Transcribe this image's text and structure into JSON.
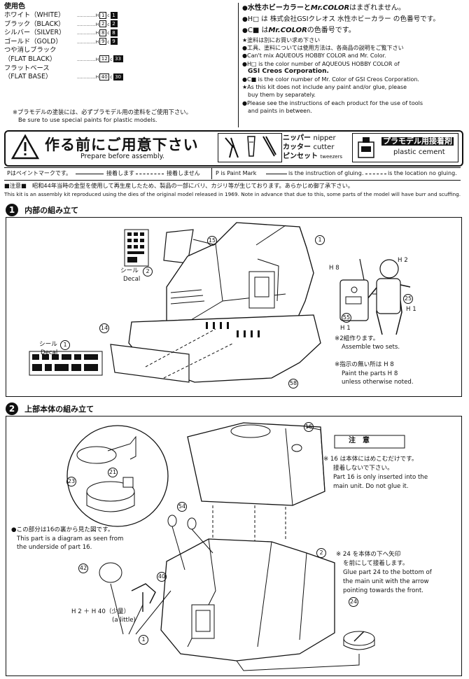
{
  "paint_table": {
    "title": "使用色",
    "rows": [
      {
        "name": "ホワイト（WHITE）",
        "h": "1",
        "c": "1"
      },
      {
        "name": "ブラック（BLACK）",
        "h": "2",
        "c": "2"
      },
      {
        "name": "シルバー（SILVER）",
        "h": "8",
        "c": "8"
      },
      {
        "name": "ゴールド（GOLD）",
        "h": "9",
        "c": "9"
      },
      {
        "name": "つや消しブラック",
        "h": "",
        "c": ""
      },
      {
        "name": "（FLAT BLACK）",
        "h": "12",
        "c": "33"
      },
      {
        "name": "フラットベース",
        "h": "",
        "c": ""
      },
      {
        "name": "（FLAT BASE）",
        "h": "40",
        "c": "30"
      }
    ],
    "note_jp": "※プラモデルの塗装には、必ずプラモデル用の塗料をご使用下さい。",
    "note_en": "Be sure to use special paints for plastic models."
  },
  "paint_notes": {
    "line1_jp": "水性ホビーカラーと",
    "line1_brand": "Mr.COLOR",
    "line1_tail": "はまぎれません。",
    "line2": "H□ は 株式会社GSIクレオス 水性ホビーカラー の色番号です。",
    "line3_pre": "C■ は",
    "line3_brand": "Mr.COLOR",
    "line3_tail": "の色番号です。",
    "bullets": [
      "★塗料は別にお買い求め下さい",
      "●工具、塗料については使用方法は、各商品の説明をご覧下さい",
      "●Can't mix AQUEOUS HOBBY COLOR and Mr. Color.",
      "●H□ is the color number of AQUEOUS HOBBY COLOR of",
      "GSI Creos Corporation.",
      "●C■ is the color number of Mr. Color of GSI Creos Corporation.",
      "★As this kit does not include any paint and/or glue, please",
      "buy them by separately.",
      "●Please see the instructions of each product for the use of tools",
      "and paints in between."
    ]
  },
  "warning_bar": {
    "title_jp": "作る前にご用意下さい",
    "title_en": "Prepare before assembly.",
    "tools_jp": [
      "ニッパー",
      "カッター",
      "ピンセット"
    ],
    "tools_en": [
      "nipper",
      "cutter",
      "tweezers"
    ],
    "cement_jp": "プラモデル用接着剤",
    "cement_en": "plastic cement"
  },
  "legend": {
    "jp_paint": "Pはペイントマークです。",
    "jp_glue": "接着します",
    "jp_noglue": "接着しません",
    "en_paint": "P is Paint Mark",
    "en_glue": "is the instruction of gluing.",
    "en_noglue": "is the location no gluing."
  },
  "caution": {
    "jp": "■注意■　昭和44年当時の金型を使用して再生産したため、製品の一部にバリ、カジリ等が生じております。あらかじめ御了承下さい。",
    "en": "This kit is an assembly kit reproduced using the dies of the original model released in 1969. Note in advance that due to this, some parts of the model will have burr and scuffing."
  },
  "step1": {
    "num": "1",
    "title": "内部の組み立て",
    "decal_label_jp": "シール",
    "decal_label_en": "Decal",
    "decal2": "2",
    "decal1": "1",
    "parts": [
      "15",
      "1",
      "14",
      "58",
      "55",
      "25"
    ],
    "paint_marks": [
      "H 8",
      "H 2",
      "H 1",
      "H 1"
    ],
    "note1_jp": "※2組作ります。",
    "note1_en": "Assemble two sets.",
    "note2_jp": "※指示の無い所は H 8",
    "note2_en1": "Paint the parts H 8",
    "note2_en2": "unless otherwise noted."
  },
  "step2": {
    "num": "2",
    "title": "上部本体の組み立て",
    "parts": [
      "16",
      "23",
      "21",
      "54",
      "42",
      "40",
      "2",
      "1",
      "24"
    ],
    "inset_jp": "●この部分は16の裏から見た図です。",
    "inset_en1": "This part is a diagram as seen from",
    "inset_en2": "the underside of part 16.",
    "paint_mix": "H 2 ＋ H 40（少量）",
    "paint_mix_en": "(a little)",
    "caution_title": "注　意",
    "caution_jp1": "※ 16 は本体にはめこむだけです。",
    "caution_jp2": "接着しないで下さい。",
    "caution_en1": "Part 16 is only inserted into the",
    "caution_en2": "main unit. Do not glue it.",
    "glue_jp1": "※ 24 を本体の下へ矢印",
    "glue_jp2": "を前にして接着します。",
    "glue_en1": "Glue part 24 to the bottom of",
    "glue_en2": "the main unit with the arrow",
    "glue_en3": "pointing towards the front."
  },
  "colors": {
    "ink": "#111111",
    "paper": "#ffffff"
  },
  "icon_names": [
    "warning-triangle-icon",
    "nipper-icon",
    "cutter-icon",
    "tweezers-icon",
    "cement-bottle-icon"
  ]
}
